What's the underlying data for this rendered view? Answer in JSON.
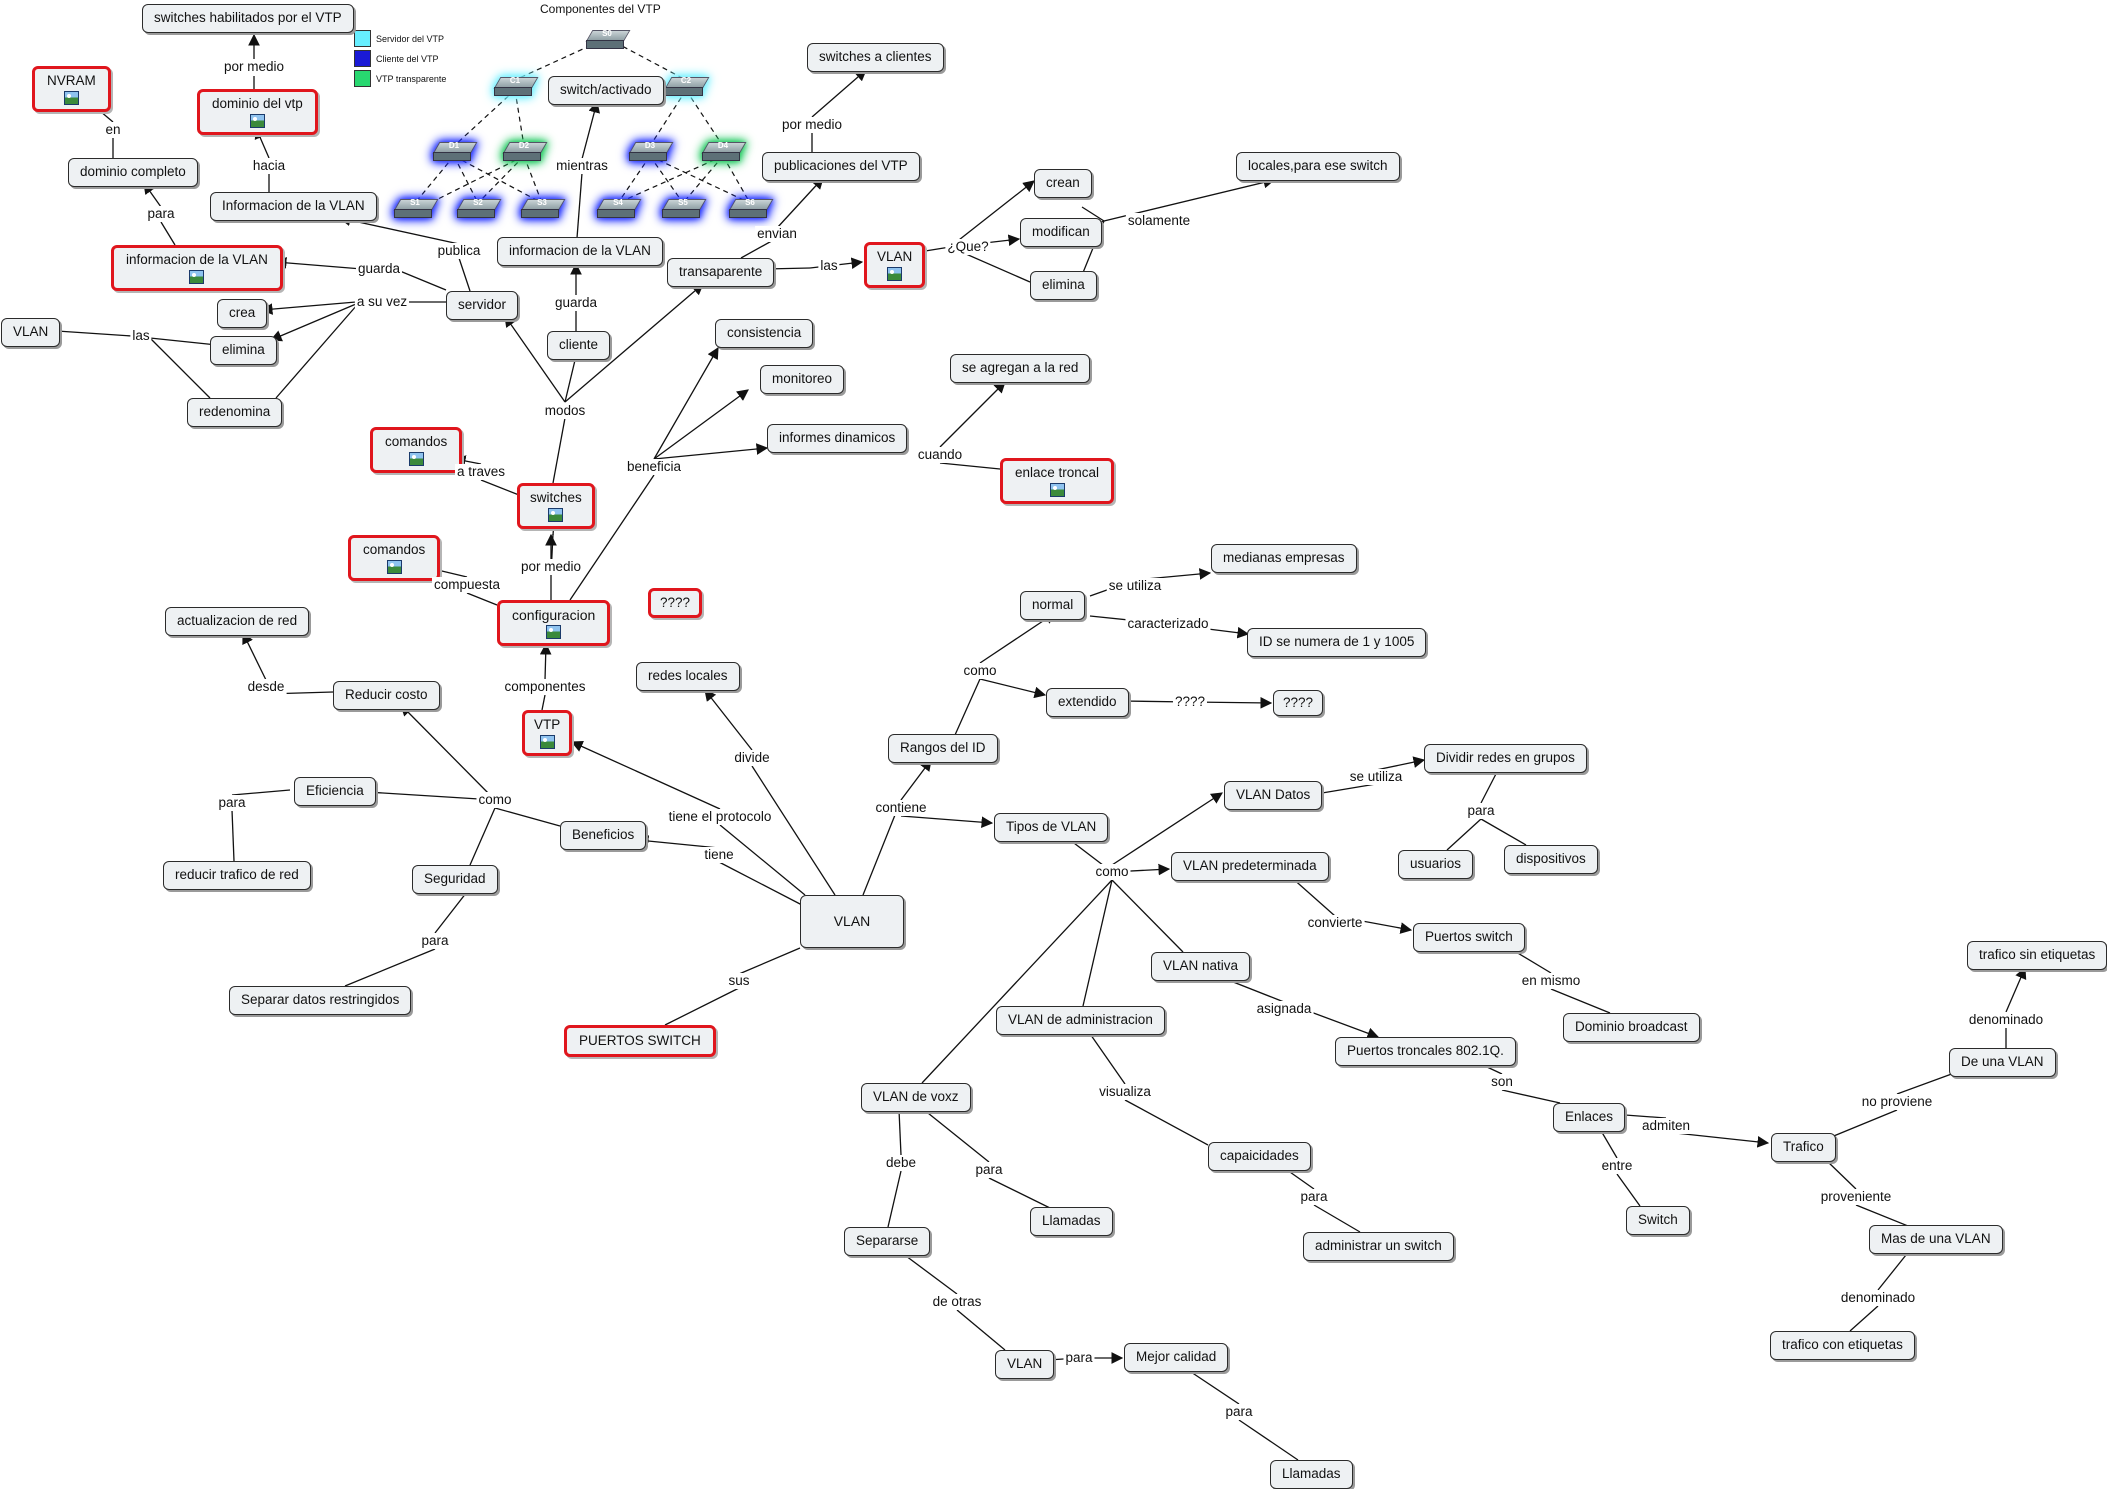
{
  "nodes": {
    "vtp_enabled_switches": "switches habilitados por el VTP",
    "nvram": "NVRAM",
    "vtp_domain": "dominio del vtp",
    "full_domain": "dominio completo",
    "vlan_info_top": "Informacion de la VLAN",
    "vlan_info_left": "informacion de la VLAN",
    "vlan_left": "VLAN",
    "crea_left": "crea",
    "elimina_left": "elimina",
    "redenomina": "redenomina",
    "servidor": "servidor",
    "cliente": "cliente",
    "vlan_info_center": "informacion de la VLAN",
    "switch_activado": "switch/activado",
    "transparente": "transaparente",
    "switches_a_clientes": "switches a clientes",
    "vtp_publications": "publicaciones del VTP",
    "vlan_right": "VLAN",
    "crean": "crean",
    "modifican": "modifican",
    "elimina_right": "elimina",
    "local_switch": "locales,para ese switch",
    "comandos_top": "comandos",
    "switches": "switches",
    "comandos_mid": "comandos",
    "configuracion": "configuracion",
    "question_mid": "????",
    "consistencia": "consistencia",
    "monitoreo": "monitoreo",
    "informes_dinamicos": "informes dinamicos",
    "se_agregan": "se agregan a la red",
    "enlace_troncal": "enlace troncal",
    "medianas_empresas": "medianas empresas",
    "normal": "normal",
    "id_numera": "ID se numera de 1 y 1005",
    "extendido": "extendido",
    "question_right": "????",
    "actualizacion": "actualizacion de red",
    "reducir_costo": "Reducir costo",
    "redes_locales": "redes locales",
    "vtp": "VTP",
    "rangos_id": "Rangos del ID",
    "eficiencia": "Eficiencia",
    "reducir_trafico": "reducir trafico de red",
    "beneficios": "Beneficios",
    "seguridad": "Seguridad",
    "vlan_center": "VLAN",
    "separar_datos": "Separar datos restringidos",
    "puertos_switch": "PUERTOS SWITCH",
    "tipos_vlan": "Tipos de VLAN",
    "vlan_datos": "VLAN Datos",
    "dividir_redes": "Dividir redes en grupos",
    "usuarios": "usuarios",
    "dispositivos": "dispositivos",
    "vlan_predeterminada": "VLAN predeterminada",
    "puertos_switch_right": "Puertos switch",
    "vlan_nativa": "VLAN nativa",
    "dominio_broadcast": "Dominio broadcast",
    "vlan_administracion": "VLAN de administracion",
    "puertos_troncales": "Puertos troncales 802.1Q.",
    "vlan_voz": "VLAN de voxz",
    "capacidades": "capaicidades",
    "enlaces": "Enlaces",
    "trafico": "Trafico",
    "de_una_vlan": "De una VLAN",
    "trafico_sin_etiquetas": "trafico sin etiquetas",
    "llamadas_1": "Llamadas",
    "separarse": "Separarse",
    "administrar_switch": "administrar un switch",
    "switch_node": "Switch",
    "mas_de_una_vlan": "Mas de una VLAN",
    "vlan_bottom": "VLAN",
    "mejor_calidad": "Mejor calidad",
    "trafico_etiquetas": "trafico con etiquetas",
    "llamadas_2": "Llamadas"
  },
  "links": {
    "por_medio_1": "por medio",
    "en": "en",
    "hacia": "hacia",
    "para_1": "para",
    "publica": "publica",
    "guarda_1": "guarda",
    "a_su_vez": "a su vez",
    "las_1": "las",
    "guarda_2": "guarda",
    "mientras": "mientras",
    "modos": "modos",
    "envian": "envian",
    "por_medio_2": "por medio",
    "las_2": "las",
    "que": "¿Que?",
    "solamente": "solamente",
    "a_traves": "a traves",
    "beneficia": "beneficia",
    "cuando": "cuando",
    "por_medio_3": "por medio",
    "compuesta": "compuesta",
    "componentes": "componentes",
    "se_utiliza_1": "se utiliza",
    "caracterizado": "caracterizado",
    "como_1": "como",
    "question_link": "????",
    "desde": "desde",
    "divide": "divide",
    "tiene_protocolo": "tiene el protocolo",
    "contiene": "contiene",
    "como_2": "como",
    "para_2": "para",
    "tiene": "tiene",
    "se_utiliza_2": "se utiliza",
    "para_3": "para",
    "como_3": "como",
    "convierte": "convierte",
    "para_4": "para",
    "sus": "sus",
    "en_mismo": "en mismo",
    "asignada": "asignada",
    "visualiza": "visualiza",
    "son": "son",
    "denominado_1": "denominado",
    "admiten": "admiten",
    "no_proviene": "no proviene",
    "debe": "debe",
    "para_5": "para",
    "entre": "entre",
    "para_6": "para",
    "proveniente": "proveniente",
    "de_otras": "de otras",
    "denominado_2": "denominado",
    "para_7": "para",
    "para_8": "para"
  },
  "vtp_diagram": {
    "title": "Componentes del VTP",
    "legend": [
      {
        "label": "Servidor del VTP",
        "color": "#66eeff"
      },
      {
        "label": "Cliente del VTP",
        "color": "#1a1ad6"
      },
      {
        "label": "VTP transparente",
        "color": "#28d870"
      }
    ],
    "switches": [
      "S0",
      "C1",
      "C2",
      "D1",
      "D2",
      "D3",
      "D4",
      "S1",
      "S2",
      "S3",
      "S4",
      "S5",
      "S6"
    ]
  },
  "colors": {
    "node_fill": "#eef1f3",
    "node_border": "#2b2b2b",
    "highlight_border": "#e0161d",
    "edge": "#111111"
  }
}
